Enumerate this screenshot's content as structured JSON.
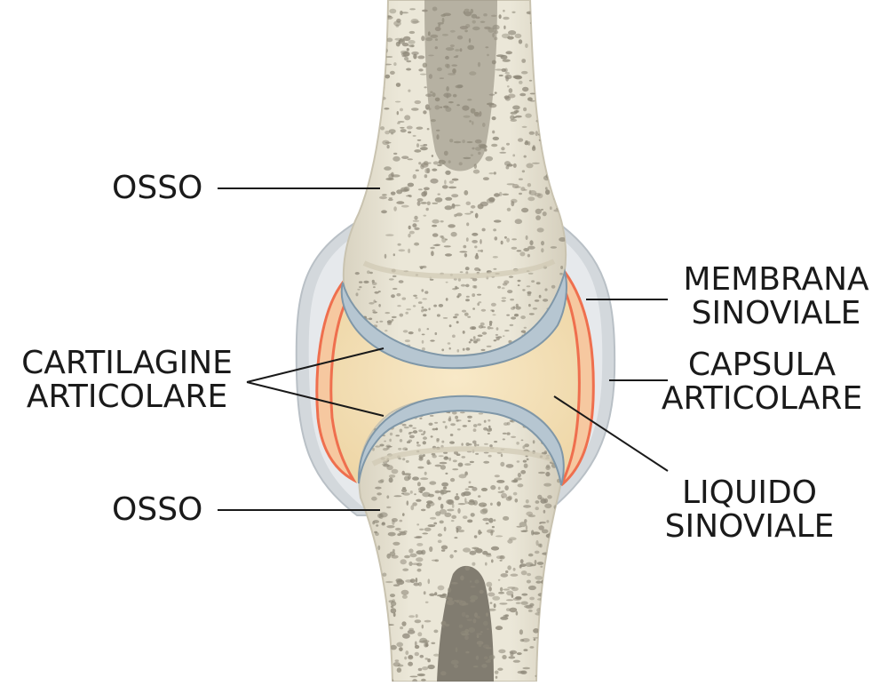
{
  "labels": {
    "osso_top": "OSSO",
    "osso_bottom": "OSSO",
    "cartilagine": [
      "CARTILAGINE",
      "ARTICOLARE"
    ],
    "membrana": [
      "MEMBRANA",
      "SINOVIALE"
    ],
    "capsula": [
      "CAPSULA",
      "ARTICOLARE"
    ],
    "liquido": [
      "LIQUIDO",
      "SINOVIALE"
    ]
  },
  "colors": {
    "bone": "#e6e1d1",
    "bone_shadow": "#c9c3b0",
    "pore": "#8f897a",
    "marrow": "#7d776b",
    "cartilage": "#b6c6d1",
    "cartilage_edge": "#7f97a8",
    "synovial_fluid": "#f3dfb5",
    "synovial_membrane": "#ef6f4e",
    "membrane_fill": "#f6c8a0",
    "capsule": "#d3d8dc",
    "leader": "#1a1a1a"
  }
}
